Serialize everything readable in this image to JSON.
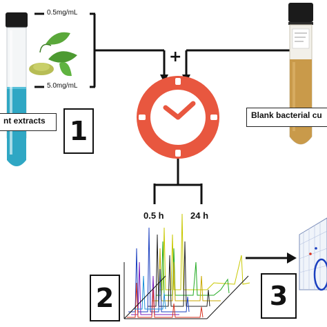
{
  "extract": {
    "low_conc": "0.5mg/mL",
    "high_conc": "5.0mg/mL",
    "label": "nt extracts"
  },
  "bacteria": {
    "label": "Blank bacterial cu"
  },
  "operator": "+",
  "timepoints": [
    "0.5 h",
    "24 h"
  ],
  "steps": [
    "1",
    "2",
    "3"
  ],
  "colors": {
    "clock": "#e8573f",
    "tube_liquid_blue": "#2fa7c4",
    "broth": "#c99a4a",
    "leaf": "#5aa83a",
    "powder": "#b7bd55"
  },
  "icons": [
    "leaf-icon",
    "clock-icon",
    "test-tube-icon",
    "chromatogram-icon",
    "3d-plot-icon"
  ]
}
